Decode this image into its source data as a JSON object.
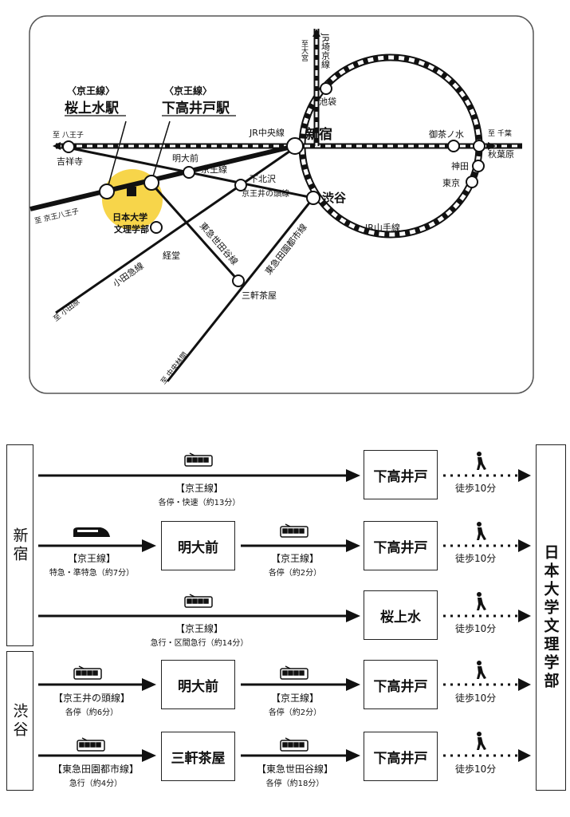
{
  "map": {
    "keio_label": "〈京王線〉",
    "sakurajosui": "桜上水駅",
    "shimotakaido": "下高井戸駅",
    "university": "日本大学\n文理学部",
    "stations": {
      "kichijoji": "吉祥寺",
      "meidaimae": "明大前",
      "shimokitazawa": "下北沢",
      "kyodo": "経堂",
      "sangenjaya": "三軒茶屋",
      "shinjuku": "新宿",
      "shibuya": "渋谷",
      "ikebukuro": "池袋",
      "ochanomizu": "御茶ノ水",
      "kanda": "神田",
      "tokyo": "東京",
      "akihabara": "秋葉原"
    },
    "lines": {
      "jr_chuo": "JR中央線",
      "keio": "京王線",
      "keio_inokashira": "京王井の頭線",
      "tokyu_setagaya": "東急世田谷線",
      "tokyu_denentoshi": "東急田園都市線",
      "odakyu": "小田急線",
      "jr_yamanote": "JR山手線",
      "jr_saikyo": "JR埼京線"
    },
    "directions": {
      "hachioji": "至 八王子",
      "keio_hachioji": "至 京王八王子",
      "odawara": "至 小田原",
      "chuo_rinkan": "至 中央林間",
      "chiba": "至 千葉",
      "omiya": "至大宮"
    }
  },
  "routes": {
    "shinjuku": "新宿",
    "shibuya": "渋谷",
    "destination": "日本大学文理学部",
    "walk": "徒歩10分",
    "rows": [
      {
        "seg1_line": "【京王線】",
        "seg1_service": "各停・快速（約13分）",
        "final": "下高井戸"
      },
      {
        "seg1_line": "【京王線】",
        "seg1_service": "特急・準特急（約7分）",
        "mid": "明大前",
        "seg2_line": "【京王線】",
        "seg2_service": "各停（約2分）",
        "final": "下高井戸"
      },
      {
        "seg1_line": "【京王線】",
        "seg1_service": "急行・区間急行（約14分）",
        "final": "桜上水"
      },
      {
        "seg1_line": "【京王井の頭線】",
        "seg1_service": "各停（約6分）",
        "mid": "明大前",
        "seg2_line": "【京王線】",
        "seg2_service": "各停（約2分）",
        "final": "下高井戸"
      },
      {
        "seg1_line": "【東急田園都市線】",
        "seg1_service": "急行（約4分）",
        "mid": "三軒茶屋",
        "seg2_line": "【東急世田谷線】",
        "seg2_service": "各停（約18分）",
        "final": "下高井戸"
      }
    ]
  },
  "colors": {
    "university_highlight": "#f7d54a",
    "line": "#111111"
  }
}
